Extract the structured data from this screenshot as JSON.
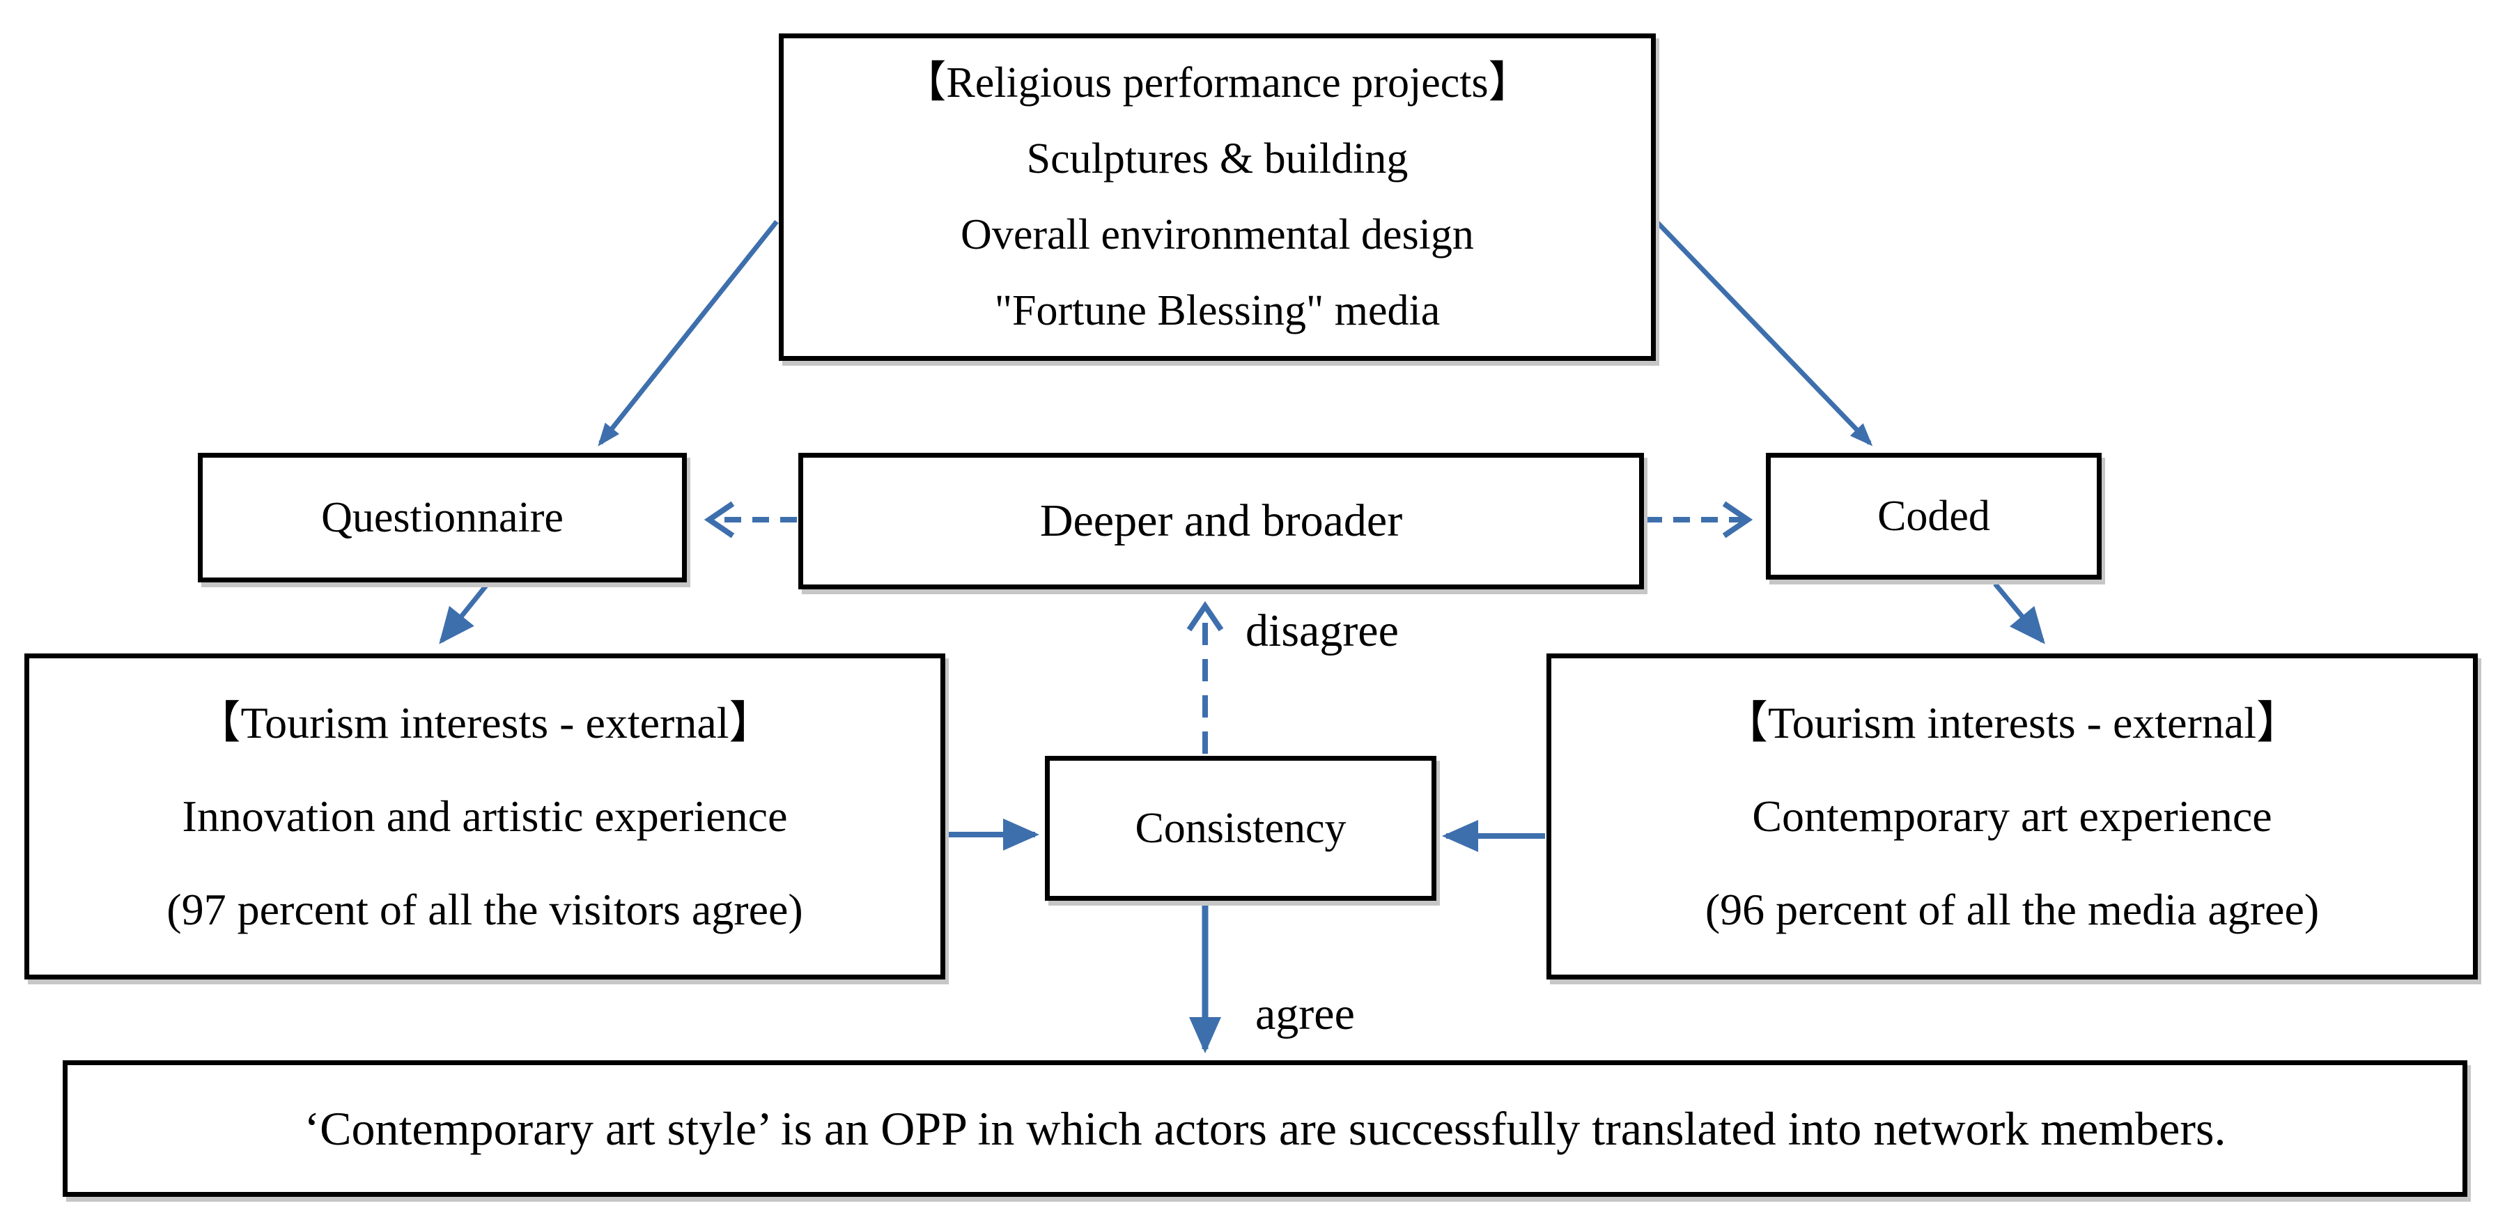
{
  "figure": {
    "background": "#ffffff",
    "arrow_color": "#3e6fad",
    "border_color": "#000000"
  },
  "boxes": {
    "religious": {
      "lines": [
        "【Religious performance projects】",
        "Sculptures & building",
        "Overall environmental design",
        "\"Fortune Blessing\" media"
      ]
    },
    "questionnaire": {
      "label": "Questionnaire"
    },
    "deeper": {
      "label": "Deeper and broader"
    },
    "coded": {
      "label": "Coded"
    },
    "tourism_left": {
      "lines": [
        "【Tourism interests - external】",
        "Innovation and artistic experience",
        "(97 percent of all the visitors agree)"
      ]
    },
    "tourism_right": {
      "lines": [
        "【Tourism interests - external】",
        "Contemporary art experience",
        "(96 percent of all the media agree)"
      ]
    },
    "consistency": {
      "label": "Consistency"
    },
    "conclusion": {
      "label": "‘Contemporary art style’ is an OPP in which actors are successfully translated into network members."
    }
  },
  "edge_labels": {
    "disagree": "disagree",
    "agree": "agree"
  },
  "arrows": [
    {
      "from": "religious",
      "to": "questionnaire",
      "style": "solid"
    },
    {
      "from": "religious",
      "to": "coded",
      "style": "solid"
    },
    {
      "from": "questionnaire",
      "to": "tourism_left",
      "style": "solid"
    },
    {
      "from": "coded",
      "to": "tourism_right",
      "style": "solid"
    },
    {
      "from": "deeper",
      "to": "questionnaire",
      "style": "dashed"
    },
    {
      "from": "deeper",
      "to": "coded",
      "style": "dashed"
    },
    {
      "from": "tourism_left",
      "to": "consistency",
      "style": "solid"
    },
    {
      "from": "tourism_right",
      "to": "consistency",
      "style": "solid"
    },
    {
      "from": "consistency",
      "to": "deeper",
      "style": "dashed",
      "label": "disagree"
    },
    {
      "from": "consistency",
      "to": "conclusion",
      "style": "solid",
      "label": "agree"
    }
  ]
}
